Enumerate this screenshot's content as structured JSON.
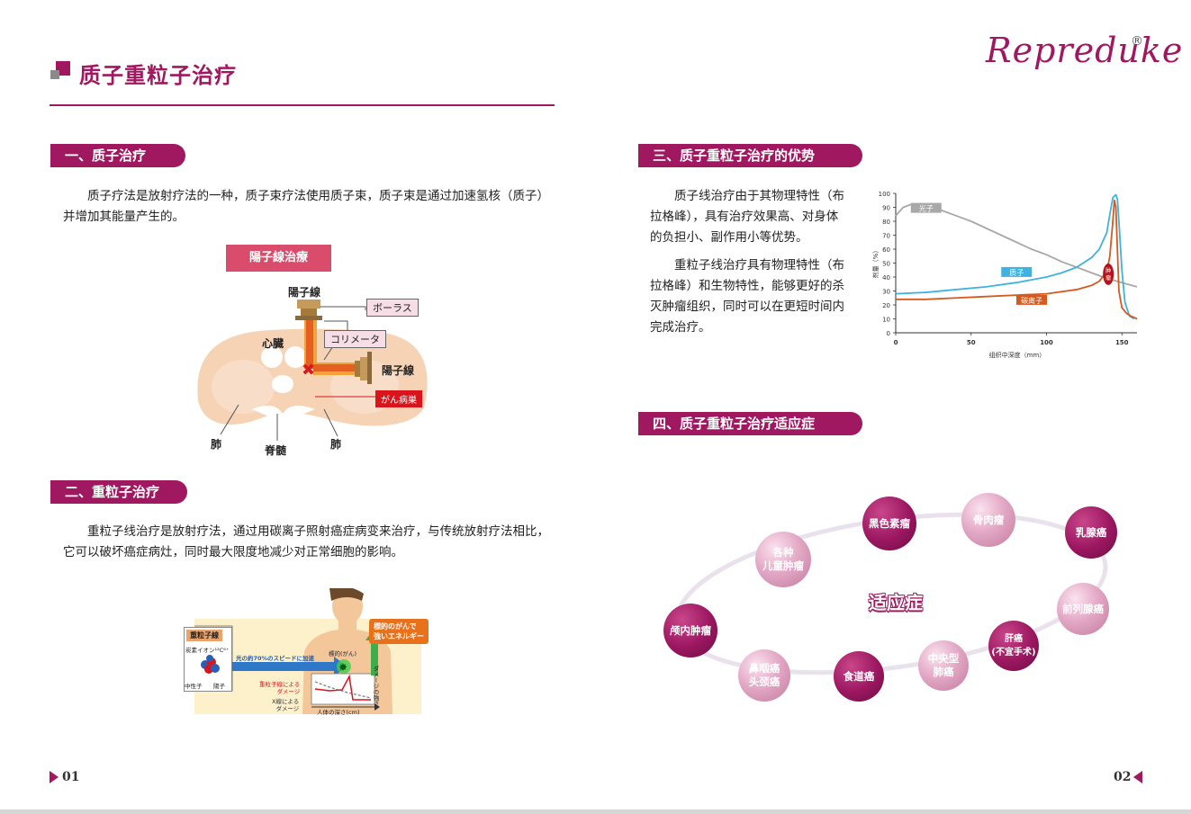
{
  "header": {
    "title": "质子重粒子治疗",
    "logo": "Repreduke",
    "logo_mark": "®"
  },
  "sections": {
    "s1": {
      "heading": "一、质子治疗",
      "body": "质子疗法是放射疗法的一种，质子束疗法使用质子束，质子束是通过加速氢核（质子）并增加其能量产生的。"
    },
    "s2": {
      "heading": "二、重粒子治疗",
      "body": "重粒子线治疗是放射疗法，通过用碳离子照射癌症病变来治疗，与传统放射疗法相比，它可以破坏癌症病灶，同时最大限度地减少对正常细胞的影响。"
    },
    "s3": {
      "heading": "三、质子重粒子治疗的优势",
      "p1": "质子线治疗由于其物理特性（布拉格峰），具有治疗效果高、对身体的负担小、副作用小等优势。",
      "p2": "重粒子线治疗具有物理特性（布拉格峰）和生物特性，能够更好的杀灭肿瘤组织，同时可以在更短时间内完成治疗。"
    },
    "s4": {
      "heading": "四、质子重粒子治疗适应症"
    }
  },
  "diagram1": {
    "title": "陽子線治療",
    "beam_top": "陽子線",
    "beam_right": "陽子線",
    "porous": "ボーラス",
    "collimator": "コリメータ",
    "heart": "心臓",
    "cancer": "がん病巣",
    "lung_left": "肺",
    "lung_right": "肺",
    "spine": "脊髄"
  },
  "diagram2": {
    "box_title": "重粒子線",
    "ion_label": "炭素イオン¹²C⁶⁺",
    "neutron": "中性子",
    "proton": "陽子",
    "speed": "光の約70%のスピードに加速",
    "target": "標的(がん)",
    "callout1": "標的のがんで",
    "callout2": "強いエネルギー",
    "heavy_dmg1": "重粒子線による",
    "heavy_dmg2": "ダメージ",
    "xray_dmg1": "X線による",
    "xray_dmg2": "ダメージ",
    "depth": "人体の深さ(cm)",
    "damage": "ダメージの強さ"
  },
  "chart_data": {
    "type": "line",
    "xlabel": "组织中深度（mm）",
    "ylabel": "剂量（%）",
    "xlim": [
      0,
      160
    ],
    "ylim": [
      0,
      100
    ],
    "xticks": [
      0,
      50,
      100,
      150
    ],
    "yticks": [
      0,
      10,
      20,
      30,
      40,
      50,
      60,
      70,
      80,
      90,
      100
    ],
    "tumor_label": "肿瘤",
    "series": [
      {
        "name": "光子",
        "color": "#a8a8a8",
        "x": [
          0,
          5,
          10,
          15,
          20,
          30,
          40,
          50,
          60,
          70,
          80,
          90,
          100,
          110,
          120,
          130,
          140,
          150,
          160
        ],
        "y": [
          84,
          90,
          92,
          92,
          91,
          88,
          84,
          80,
          75,
          70,
          65,
          60,
          56,
          51,
          47,
          43,
          39,
          36,
          33
        ]
      },
      {
        "name": "质子",
        "color": "#3fb2e0",
        "x": [
          0,
          20,
          40,
          60,
          80,
          100,
          110,
          120,
          130,
          135,
          140,
          142,
          144,
          146,
          147,
          148,
          150,
          152,
          155,
          158
        ],
        "y": [
          28,
          29,
          31,
          33,
          36,
          40,
          43,
          47,
          54,
          60,
          72,
          85,
          97,
          99,
          96,
          80,
          45,
          22,
          12,
          10
        ]
      },
      {
        "name": "碳离子",
        "color": "#d45a1e",
        "x": [
          0,
          20,
          40,
          60,
          80,
          100,
          120,
          130,
          135,
          140,
          142,
          144,
          145,
          146,
          147,
          148,
          150,
          153,
          156,
          160
        ],
        "y": [
          24,
          24,
          25,
          26,
          27,
          28,
          31,
          34,
          37,
          44,
          55,
          80,
          95,
          90,
          60,
          30,
          18,
          14,
          12,
          10
        ]
      }
    ]
  },
  "indications": {
    "center": "适应症",
    "items": [
      {
        "label": "黑色素瘤",
        "style": "dark"
      },
      {
        "label": "骨肉瘤",
        "style": "light"
      },
      {
        "label": "乳腺癌",
        "style": "dark"
      },
      {
        "label": "各种\n儿童肿瘤",
        "style": "light"
      },
      {
        "label": "前列腺癌",
        "style": "light"
      },
      {
        "label": "颅内肿瘤",
        "style": "dark"
      },
      {
        "label": "肝癌\n(不宜手术)",
        "style": "dark"
      },
      {
        "label": "中央型\n肺癌",
        "style": "light"
      },
      {
        "label": "食道癌",
        "style": "dark"
      },
      {
        "label": "鼻咽癌\n头颈癌",
        "style": "light"
      }
    ]
  },
  "footer": {
    "page_left": "01",
    "page_right": "02"
  }
}
